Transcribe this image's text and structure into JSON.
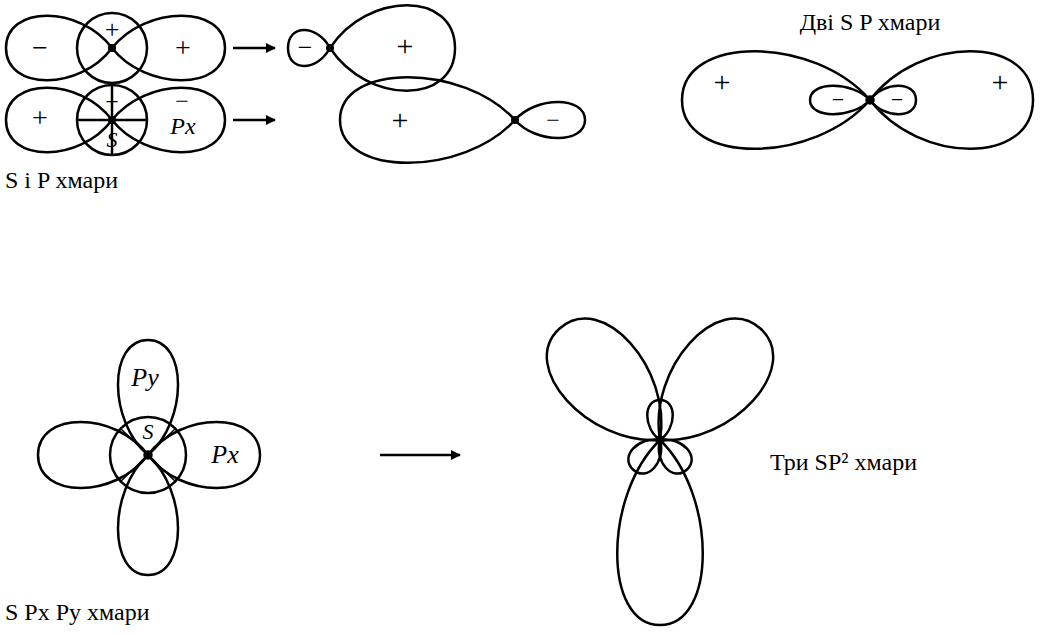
{
  "diagram": {
    "labels": [
      "−",
      "+",
      "+",
      "−",
      "+",
      "Дві S P хмари",
      "+",
      "−",
      "−",
      "+",
      "+",
      "+",
      "S",
      "−",
      "Px",
      "+",
      "−",
      "S i P хмари",
      "Py",
      "S",
      "Px",
      "S Px Py хмари",
      "Три SP² хмари"
    ]
  }
}
